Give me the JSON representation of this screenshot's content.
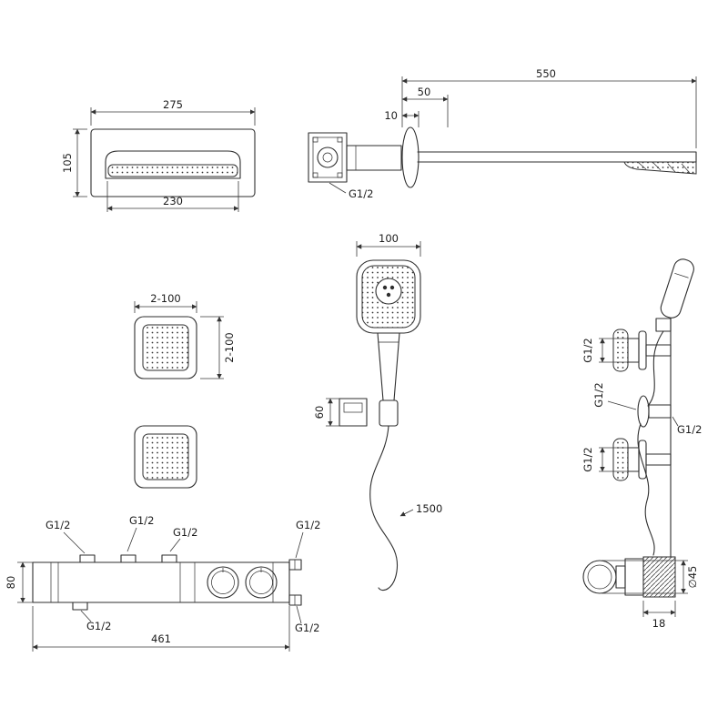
{
  "views": {
    "waterfall_front": {
      "dim_width": "275",
      "dim_height": "105",
      "dim_slot": "230"
    },
    "arm_side": {
      "dim_length": "550",
      "dim_offset": "50",
      "dim_flange": "10",
      "thread": "G1/2"
    },
    "body_jets": {
      "dim_width": "2-100",
      "dim_height": "2-100"
    },
    "hand_shower": {
      "dim_width": "100",
      "dim_bracket": "60",
      "dim_hose": "1500"
    },
    "assembly_side": {
      "thread_jet_top": "G1/2",
      "thread_elbow": "G1/2",
      "thread_jet_bottom": "G1/2",
      "thread_outlet": "G1/2",
      "dim_depth": "18",
      "dim_diameter": "∅45"
    },
    "valve_front": {
      "thread_top_1": "G1/2",
      "thread_top_2": "G1/2",
      "thread_top_3": "G1/2",
      "thread_right": "G1/2",
      "thread_bottom_1": "G1/2",
      "thread_bottom_2": "G1/2",
      "dim_height": "80",
      "dim_length": "461"
    }
  }
}
